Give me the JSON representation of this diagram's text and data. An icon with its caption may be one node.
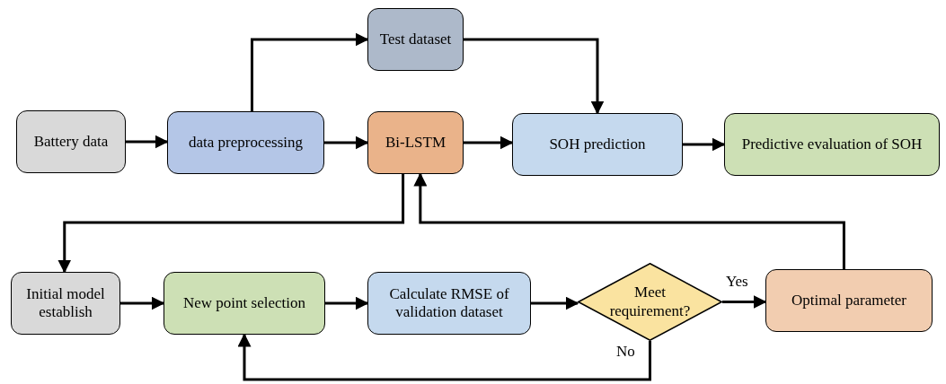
{
  "diagram": {
    "nodes": [
      {
        "text": [
          "Battery data"
        ]
      },
      {
        "text": [
          "data preprocessing"
        ]
      },
      {
        "text": [
          "Test dataset"
        ]
      },
      {
        "text": [
          "Bi-LSTM"
        ]
      },
      {
        "text": [
          "SOH prediction"
        ]
      },
      {
        "text": [
          "Predictive evaluation of SOH"
        ]
      },
      {
        "text": [
          "Initial model establish"
        ]
      },
      {
        "text": [
          "New point selection"
        ]
      },
      {
        "text": [
          "Calculate RMSE of validation dataset"
        ]
      },
      {
        "text": [
          "Meet requirement?"
        ]
      },
      {
        "text": [
          "Optimal parameter"
        ]
      }
    ],
    "edges": [
      {
        "from": 0,
        "to": 1,
        "arrow": "to"
      },
      {
        "from": 1,
        "to": 2,
        "arrow": "to"
      },
      {
        "from": 1,
        "to": 3,
        "arrow": "to"
      },
      {
        "from": 2,
        "to": 4,
        "arrow": "to"
      },
      {
        "from": 3,
        "to": 4,
        "arrow": "to"
      },
      {
        "from": 4,
        "to": 5,
        "arrow": "to"
      },
      {
        "from": 3,
        "to": 6,
        "arrow": "to"
      },
      {
        "from": 6,
        "to": 7,
        "arrow": "to"
      },
      {
        "from": 7,
        "to": 8,
        "arrow": "to"
      },
      {
        "from": 8,
        "to": 9,
        "arrow": "to"
      },
      {
        "from": 9,
        "to": 10,
        "label": "Yes",
        "arrow": "to"
      },
      {
        "from": 9,
        "to": 7,
        "label": "No",
        "arrow": "to"
      },
      {
        "from": 10,
        "to": 3,
        "arrow": "to"
      }
    ]
  }
}
